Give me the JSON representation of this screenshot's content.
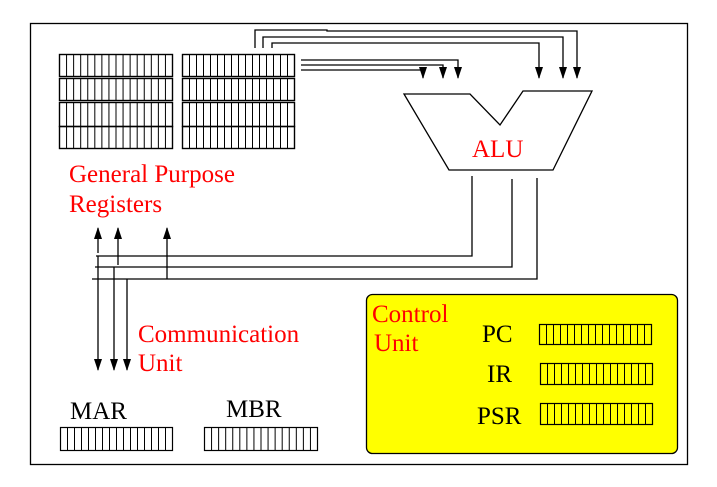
{
  "diagram": {
    "title": "CPU Organization",
    "labels": {
      "gpr_line1": "General Purpose",
      "gpr_line2": "Registers",
      "alu": "ALU",
      "comm_line1": "Communication",
      "comm_line2": "Unit",
      "mar": "MAR",
      "mbr": "MBR",
      "control_line1": "Control",
      "control_line2": "Unit",
      "pc": "PC",
      "ir": "IR",
      "psr": "PSR"
    },
    "register_bits": 16,
    "gpr_rows": 4,
    "gpr_banks": 2,
    "colors": {
      "label_red": "#ff0000",
      "control_unit_fill": "#ffff00",
      "line": "#000000"
    }
  }
}
